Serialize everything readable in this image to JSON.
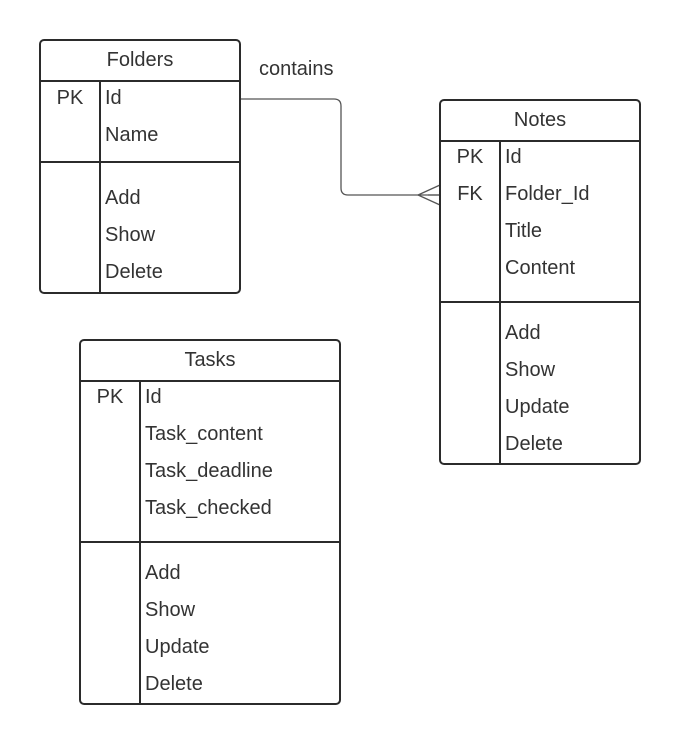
{
  "entities": {
    "folders": {
      "title": "Folders",
      "fields": [
        {
          "key": "PK",
          "name": "Id"
        },
        {
          "key": "",
          "name": "Name"
        }
      ],
      "methods": [
        "Add",
        "Show",
        "Delete"
      ]
    },
    "notes": {
      "title": "Notes",
      "fields": [
        {
          "key": "PK",
          "name": "Id"
        },
        {
          "key": "FK",
          "name": "Folder_Id"
        },
        {
          "key": "",
          "name": "Title"
        },
        {
          "key": "",
          "name": "Content"
        }
      ],
      "methods": [
        "Add",
        "Show",
        "Update",
        "Delete"
      ]
    },
    "tasks": {
      "title": "Tasks",
      "fields": [
        {
          "key": "PK",
          "name": "Id"
        },
        {
          "key": "",
          "name": "Task_content"
        },
        {
          "key": "",
          "name": "Task_deadline"
        },
        {
          "key": "",
          "name": "Task_checked"
        }
      ],
      "methods": [
        "Add",
        "Show",
        "Update",
        "Delete"
      ]
    }
  },
  "relationships": [
    {
      "from": "folders",
      "to": "notes",
      "label": "contains",
      "to_cardinality": "many"
    }
  ],
  "colors": {
    "border": "#2b2b2b",
    "text": "#333333",
    "connector": "#555555",
    "background": "#ffffff"
  }
}
